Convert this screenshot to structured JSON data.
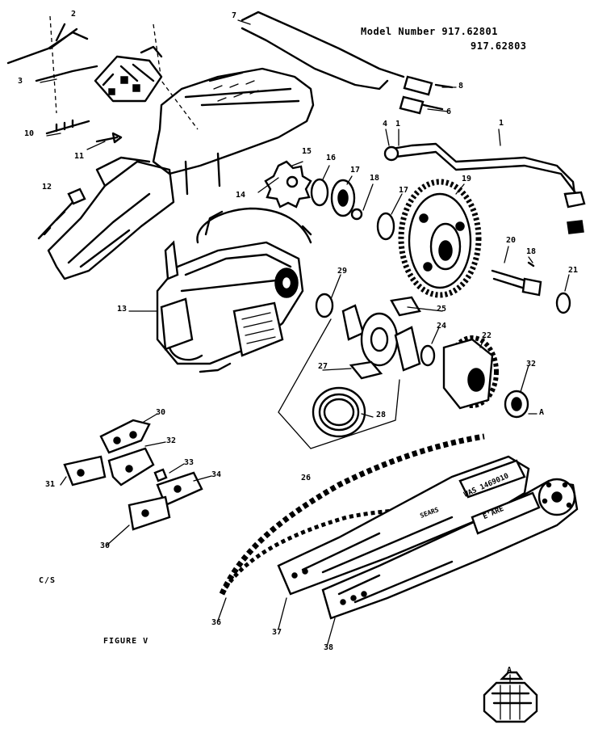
{
  "header": {
    "model_label": "Model Number 917.62801",
    "model_second": "917.62803"
  },
  "footer": {
    "code": "C/S",
    "figure": "FIGURE V",
    "detail_letter": "A"
  },
  "callouts": [
    "2",
    "7",
    "3",
    "8",
    "6",
    "1",
    "10",
    "11",
    "12",
    "15",
    "16",
    "17",
    "18",
    "19",
    "17",
    "4",
    "1",
    "14",
    "13",
    "20",
    "18",
    "21",
    "29",
    "25",
    "24",
    "27",
    "22",
    "32",
    "A",
    "30",
    "28",
    "32",
    "33",
    "31",
    "34",
    "30",
    "26",
    "36",
    "37",
    "38",
    "A"
  ],
  "labels": {
    "bar_text_1": "WAS 1469010",
    "bar_text_2": "E'ARE",
    "chain_text": "SEARS"
  }
}
